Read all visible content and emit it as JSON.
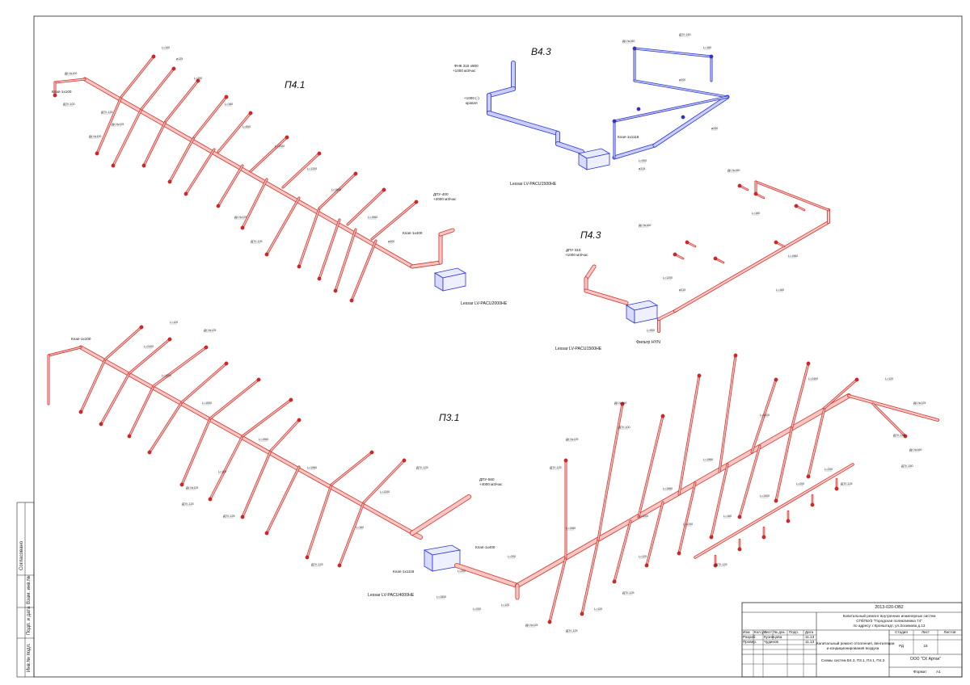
{
  "systems": {
    "v43_top": "В4.3",
    "p41": "П4.1",
    "p43": "П4.3",
    "p31": "П3.1"
  },
  "equipment": {
    "v43_unit": "Lessar LV-PACU1500HE",
    "p41_unit": "Lessar LV-PACU2000HE",
    "p43_unit": "Lessar LV-PACU1500HE",
    "p31_unit": "Lessar LV-PACU4000HE",
    "p43_filter": "Фильтр HYN",
    "v43_valve": "Клап-1x1116",
    "p41_valve": "Клап-1x400",
    "p31_valve_a": "Клап-1x400",
    "p31_valve_b": "Клап-1x1116",
    "p41_klap_left": "Клап-1x100",
    "p31_klap_left": "Клап-1x100"
  },
  "terminals": {
    "dk100": "ДК №100",
    "dk125": "ДК №125",
    "dk160": "ДК №160",
    "dpu100": "ДПУ-100",
    "dpu125": "ДПУ-125",
    "dpu150": "ДПУ-150"
  },
  "notes": {
    "v43_air": "ФНК 315 х900",
    "v43_air2": "+1000 м3/час",
    "v43_exit": "+1000 (-)",
    "v43_exit2": "кровля",
    "p41_air": "ДПУ-400",
    "p41_air2": "+2000 м3/час",
    "p43_air": "ДПУ-315",
    "p43_air2": "+1000 м3/час",
    "p31_air": "ДПУ-560",
    "p31_air2": "+4000 м3/час"
  },
  "sizes": {
    "l100": "L=100",
    "l120": "L=120",
    "l160": "L=160",
    "l180": "L=180",
    "l200": "L=200",
    "l320": "L=320",
    "l400": "L=400",
    "l500": "L=500",
    "l900": "L=900",
    "l1000": "L=1000",
    "l1200": "L=1200",
    "l1500": "L=1500",
    "l1960": "L=1960",
    "l2400": "L=2400",
    "d100": "ø100",
    "d125": "ø125",
    "d160": "ø160",
    "d200": "ø200",
    "d250": "ø250",
    "d315": "ø315",
    "d400": "ø400",
    "d500": "ø500"
  },
  "side_strip": {
    "agreed": "Согласовано",
    "inv_no": "Инв.№ подл.",
    "sign_date": "Подп. и дата",
    "replace_inv": "Взам. инв.№"
  },
  "title_block": {
    "code": "2013-020-ОВ2",
    "object_line1": "Капитальный ремонт внутренних инженерных систем",
    "object_line2": "СПбГБУЗ \"Городская поликлиника 74\"",
    "object_line3": "по адресу: г.Кронштадт, ул.Зосимова д.13",
    "work_line1": "Капитальный ремонт отопления, вентиляции",
    "work_line2": "и кондиционирования воздуха",
    "sheet_title": "Схемы систем В4.3, П3.1, П4.1, П4.3",
    "company": "ООО \"СК Артан\"",
    "stage_h": "Стадия",
    "sheet_h": "Лист",
    "sheets_h": "Листов",
    "stage": "РД",
    "sheet": "15",
    "sheets": "",
    "col_izm": "Изм",
    "col_kol": "Кол.уч.",
    "col_list": "Лист",
    "col_ndok": "№ док.",
    "col_podp": "Подп.",
    "col_data": "Дата",
    "r1_role": "Разраб.",
    "r1_name": "Кузнецова",
    "r1_date": "11.13",
    "r2_role": "Провер.",
    "r2_name": "Чудинов",
    "r2_date": "11.13",
    "format_h": "Формат",
    "format": "А1"
  },
  "colors": {
    "supply_duct": "#d9322e",
    "supply_fill": "#f4c7c3",
    "exhaust_duct": "#2a35d6",
    "exhaust_fill": "#c9cdf8",
    "terminal": "#e02222",
    "ink": "#1a1a1a"
  }
}
